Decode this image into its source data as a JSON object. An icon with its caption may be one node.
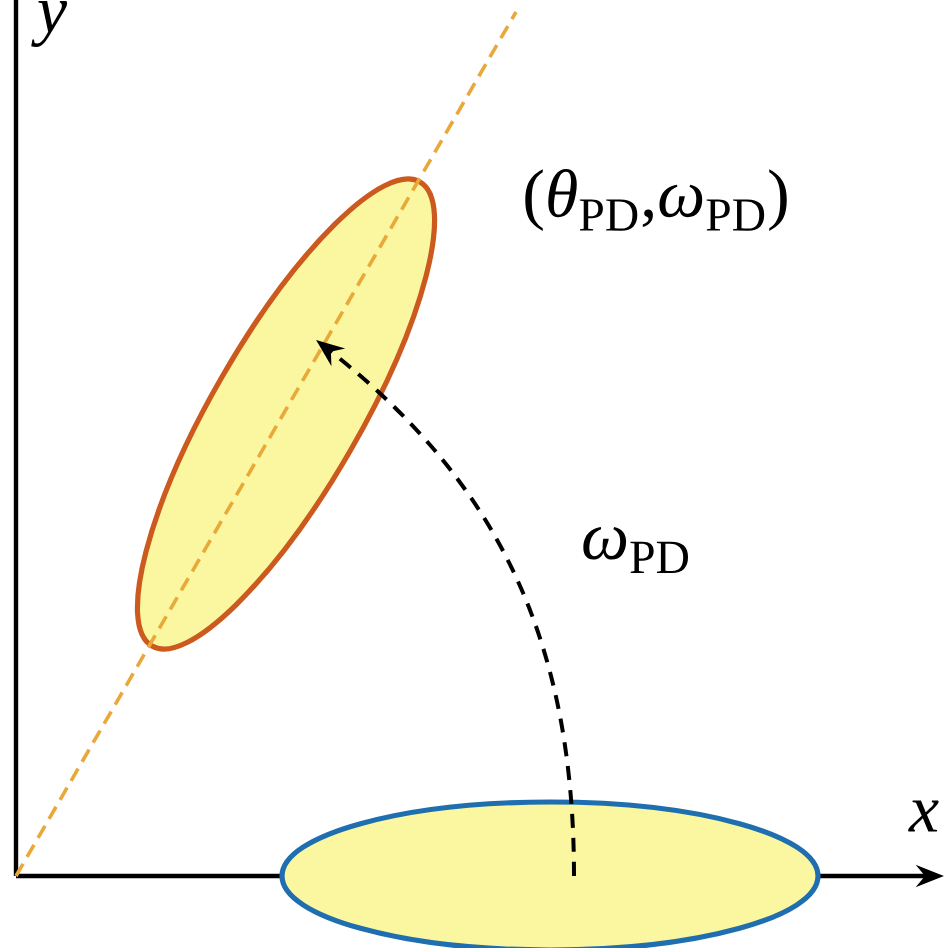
{
  "diagram": {
    "nodes": [
      {
        "text": [],
        "shape": "ellipse"
      },
      {
        "text": [],
        "shape": "ellipse",
        "beside": [
          "(*θ*$_{PD}$,*ω*$_{PD}$)"
        ]
      }
    ],
    "edges": [
      {
        "from": 0,
        "to": 1,
        "arrow": "to",
        "label": "*ω*$_{PD}$",
        "style": "dashed"
      }
    ],
    "labels": [
      "y",
      "x"
    ]
  }
}
